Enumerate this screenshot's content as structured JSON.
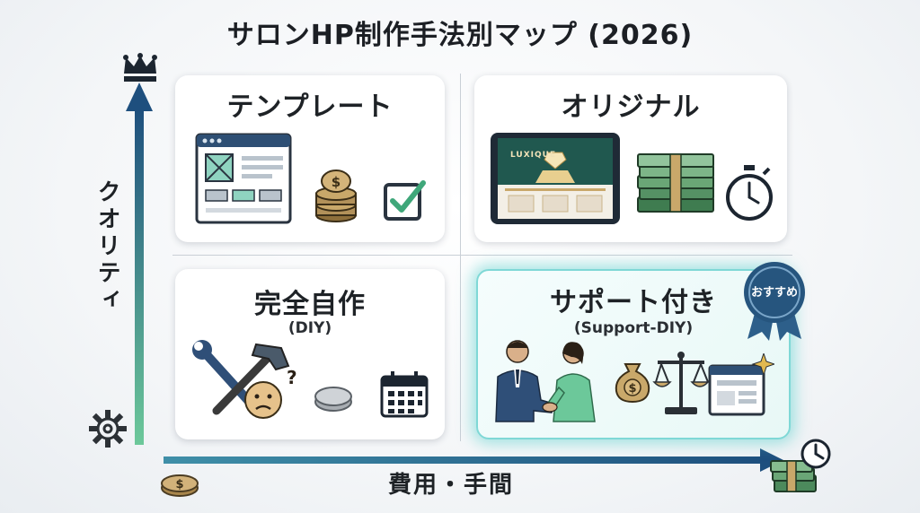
{
  "title": "サロンHP制作手法別マップ (2026)",
  "axes": {
    "y_label": "クオリティ",
    "x_label": "費用・手間"
  },
  "quadrants": {
    "top_left": {
      "title": "テンプレート"
    },
    "top_right": {
      "title": "オリジナル",
      "tablet_brand": "LUXIQUE"
    },
    "bottom_left": {
      "title": "完全自作",
      "subtitle": "(DIY)"
    },
    "bottom_right": {
      "title": "サポート付き",
      "subtitle": "(Support-DIY)",
      "badge": "おすすめ"
    }
  },
  "colors": {
    "axis_start": "#6cc89a",
    "axis_end": "#1e4f7e",
    "highlight_glow": "#7fd8d6",
    "badge": "#26557e",
    "coin": "#c9a86a",
    "cash": "#4c8a5c",
    "check": "#3fa77a"
  },
  "icons": [
    "crown-icon",
    "gear-icon",
    "coin-icon",
    "clock-icon",
    "cash-stack-icon",
    "checkbox-icon",
    "stopwatch-icon",
    "calendar-icon",
    "scale-icon",
    "sparkle-icon",
    "wrench-hammer-icon"
  ]
}
